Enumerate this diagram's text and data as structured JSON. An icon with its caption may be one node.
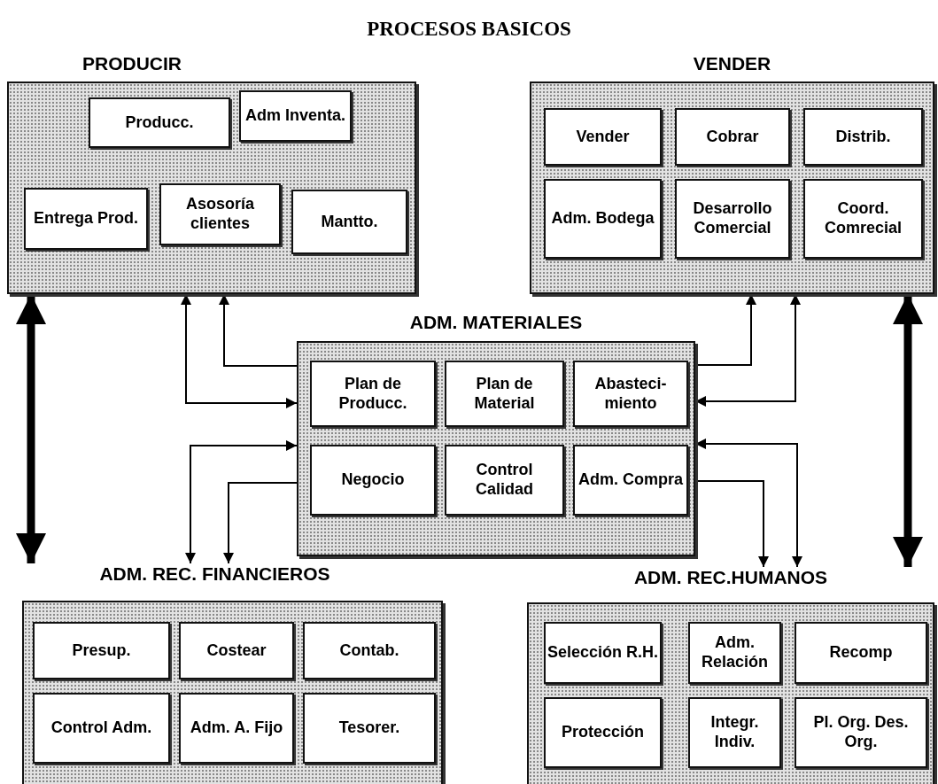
{
  "diagram": {
    "title": "PROCESOS BASICOS",
    "nodes": [
      {
        "text": [
          "PRODUCIR"
        ]
      },
      {
        "text": [
          "Producc."
        ],
        "in": 0
      },
      {
        "text": [
          "Adm Inventa."
        ],
        "in": 0
      },
      {
        "text": [
          "Entrega Prod."
        ],
        "in": 0
      },
      {
        "text": [
          "Asosoría clientes"
        ],
        "in": 0
      },
      {
        "text": [
          "Mantto."
        ],
        "in": 0
      },
      {
        "text": [
          "VENDER"
        ]
      },
      {
        "text": [
          "Vender"
        ],
        "in": 6
      },
      {
        "text": [
          "Cobrar"
        ],
        "in": 6
      },
      {
        "text": [
          "Distrib."
        ],
        "in": 6
      },
      {
        "text": [
          "Adm. Bodega"
        ],
        "in": 6
      },
      {
        "text": [
          "Desarrollo Comercial"
        ],
        "in": 6
      },
      {
        "text": [
          "Coord. Comrecial"
        ],
        "in": 6
      },
      {
        "text": [
          "ADM. MATERIALES"
        ]
      },
      {
        "text": [
          "Plan de Producc."
        ],
        "in": 13
      },
      {
        "text": [
          "Plan de Material"
        ],
        "in": 13
      },
      {
        "text": [
          "Abasteci- miento"
        ],
        "in": 13
      },
      {
        "text": [
          "Negocio"
        ],
        "in": 13
      },
      {
        "text": [
          "Control Calidad"
        ],
        "in": 13
      },
      {
        "text": [
          "Adm. Compra"
        ],
        "in": 13
      },
      {
        "text": [
          "ADM. REC. FINANCIEROS"
        ]
      },
      {
        "text": [
          "Presup."
        ],
        "in": 20
      },
      {
        "text": [
          "Costear"
        ],
        "in": 20
      },
      {
        "text": [
          "Contab."
        ],
        "in": 20
      },
      {
        "text": [
          "Control Adm."
        ],
        "in": 20
      },
      {
        "text": [
          "Adm. A. Fijo"
        ],
        "in": 20
      },
      {
        "text": [
          "Tesorer."
        ],
        "in": 20
      },
      {
        "text": [
          "ADM. REC.HUMANOS"
        ]
      },
      {
        "text": [
          "Selección R.H."
        ],
        "in": 27
      },
      {
        "text": [
          "Adm. Relación"
        ],
        "in": 27
      },
      {
        "text": [
          "Recomp"
        ],
        "in": 27
      },
      {
        "text": [
          "Protección"
        ],
        "in": 27
      },
      {
        "text": [
          "Integr. Indiv."
        ],
        "in": 27
      },
      {
        "text": [
          "Pl. Org. Des. Org."
        ],
        "in": 27
      }
    ],
    "edges": [
      {
        "from": 0,
        "to": 20,
        "arrow": "both",
        "style": "thick"
      },
      {
        "from": 6,
        "to": 27,
        "arrow": "both",
        "style": "thick"
      },
      {
        "from": 13,
        "to": 0,
        "arrow": "to"
      },
      {
        "from": 0,
        "to": 13,
        "arrow": "both"
      },
      {
        "from": 13,
        "to": 20,
        "arrow": "both"
      },
      {
        "from": 13,
        "to": 20,
        "arrow": "to"
      },
      {
        "from": 13,
        "to": 6,
        "arrow": "to"
      },
      {
        "from": 6,
        "to": 13,
        "arrow": "both"
      },
      {
        "from": 27,
        "to": 13,
        "arrow": "both"
      },
      {
        "from": 13,
        "to": 27,
        "arrow": "to"
      }
    ]
  }
}
